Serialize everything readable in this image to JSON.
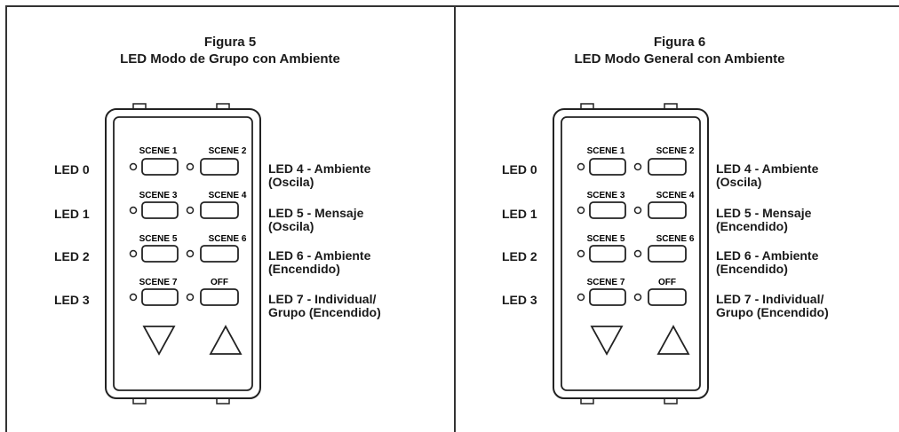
{
  "figures": [
    {
      "title_line1": "Figura 5",
      "title_line2": "LED Modo de Grupo con Ambiente",
      "left_leds": [
        "LED 0",
        "LED 1",
        "LED 2",
        "LED 3"
      ],
      "right_leds": [
        {
          "line1": "LED 4 - Ambiente",
          "line2": "(Oscila)"
        },
        {
          "line1": "LED 5 - Mensaje",
          "line2": "(Oscila)"
        },
        {
          "line1": "LED 6 - Ambiente",
          "line2": "(Encendido)"
        },
        {
          "line1": "LED 7 - Individual/",
          "line2": "Grupo (Encendido)"
        }
      ],
      "buttons": [
        "SCENE 1",
        "SCENE 2",
        "SCENE 3",
        "SCENE 4",
        "SCENE 5",
        "SCENE 6",
        "SCENE 7",
        "OFF"
      ]
    },
    {
      "title_line1": "Figura 6",
      "title_line2": "LED Modo General con Ambiente",
      "left_leds": [
        "LED 0",
        "LED 1",
        "LED 2",
        "LED 3"
      ],
      "right_leds": [
        {
          "line1": "LED 4 - Ambiente",
          "line2": "(Oscila)"
        },
        {
          "line1": "LED 5 - Mensaje",
          "line2": "(Encendido)"
        },
        {
          "line1": "LED 6 - Ambiente",
          "line2": "(Encendido)"
        },
        {
          "line1": "LED 7 - Individual/",
          "line2": "Grupo (Encendido)"
        }
      ],
      "buttons": [
        "SCENE 1",
        "SCENE 2",
        "SCENE 3",
        "SCENE 4",
        "SCENE 5",
        "SCENE 6",
        "SCENE 7",
        "OFF"
      ]
    }
  ]
}
